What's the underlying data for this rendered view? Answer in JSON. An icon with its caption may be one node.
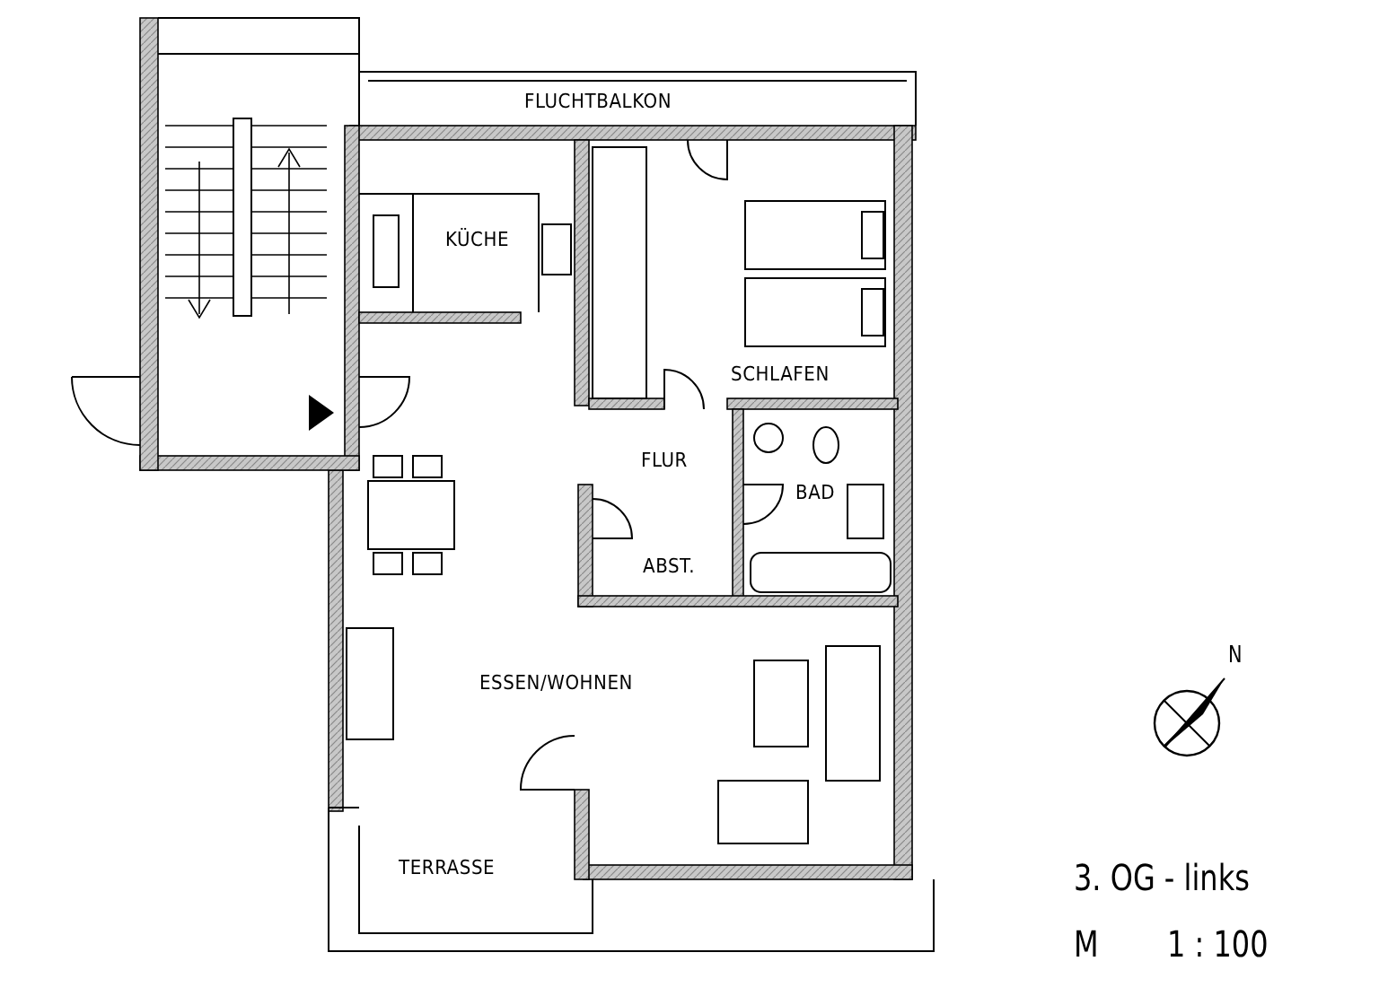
{
  "diagram": {
    "nodes": [
      {
        "text": [
          "FLUCHTBALKON"
        ]
      },
      {
        "text": [
          "KÜCHE"
        ]
      },
      {
        "text": [
          "SCHLAFEN"
        ]
      },
      {
        "text": [
          "FLUR"
        ]
      },
      {
        "text": [
          "BAD"
        ]
      },
      {
        "text": [
          "ABST."
        ]
      },
      {
        "text": [
          "ESSEN/WOHNEN"
        ]
      },
      {
        "text": [
          "TERRASSE"
        ]
      }
    ],
    "labels": [
      "N",
      "3. OG - links",
      "M",
      "1 : 100"
    ]
  }
}
